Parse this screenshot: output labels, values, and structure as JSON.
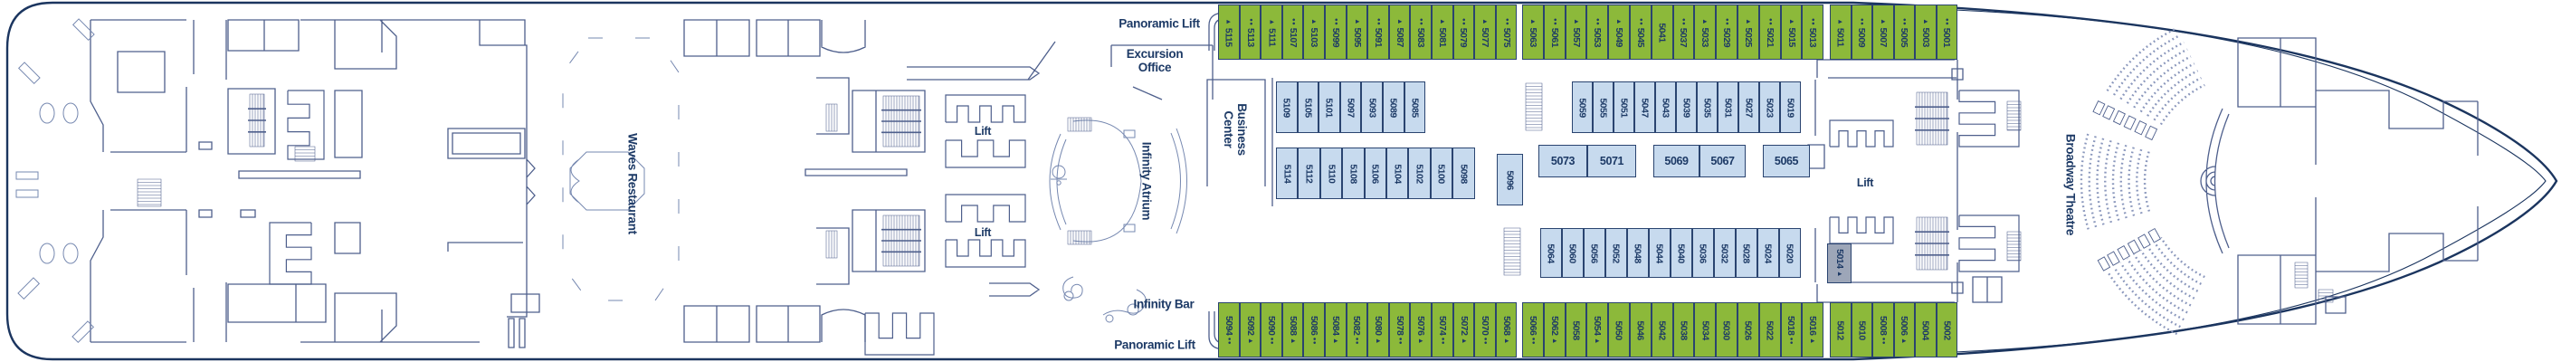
{
  "colors": {
    "cabin_green": "#8cb93a",
    "cabin_blue": "#c7daee",
    "cabin_grey": "#9da6b8",
    "wall": "#4e5f8c",
    "wall_light": "#7688b0",
    "hull": "#1b355f",
    "seats": "#8a97bc",
    "text": "#1d3a66"
  },
  "labels": {
    "panoramic_lift_top": {
      "text": "Panoramic Lift"
    },
    "excursion_office": {
      "text": "Excursion Office"
    },
    "lift_upper": {
      "text": "Lift"
    },
    "lift_lower": {
      "text": "Lift"
    },
    "infinity_atrium": {
      "text": "Infinity Atrium"
    },
    "business_center": {
      "text": "Business Center"
    },
    "infinity_bar": {
      "text": "Infinity Bar"
    },
    "panoramic_lift_bottom": {
      "text": "Panoramic Lift"
    },
    "waves_restaurant": {
      "text": "Waves Restaurant"
    },
    "lift_right": {
      "text": "Lift"
    },
    "broadway_theatre": {
      "text": "Broadway Theatre"
    }
  },
  "cabins": {
    "green_row_top": {
      "groups": [
        [
          {
            "n": "5115",
            "s": "tri"
          },
          {
            "n": "5113",
            "s": "dots"
          },
          {
            "n": "5111",
            "s": "tri"
          },
          {
            "n": "5107",
            "s": "dots"
          },
          {
            "n": "5103",
            "s": "tri"
          },
          {
            "n": "5099",
            "s": "dots"
          },
          {
            "n": "5095",
            "s": "tri"
          },
          {
            "n": "5091",
            "s": "dots"
          },
          {
            "n": "5087",
            "s": "tri"
          },
          {
            "n": "5083",
            "s": "dots"
          },
          {
            "n": "5081",
            "s": "tri"
          },
          {
            "n": "5079",
            "s": "dots"
          },
          {
            "n": "5077",
            "s": "tri"
          },
          {
            "n": "5075",
            "s": "dots"
          }
        ],
        [
          {
            "n": "5063",
            "s": "tri"
          },
          {
            "n": "5061",
            "s": "dots"
          },
          {
            "n": "5057",
            "s": "tri"
          },
          {
            "n": "5053",
            "s": "dots"
          },
          {
            "n": "5049",
            "s": "tri"
          },
          {
            "n": "5045",
            "s": "dots"
          },
          {
            "n": "5041",
            "s": null
          },
          {
            "n": "5037",
            "s": "dots"
          },
          {
            "n": "5033",
            "s": "tri"
          },
          {
            "n": "5029",
            "s": "dots"
          },
          {
            "n": "5025",
            "s": "tri"
          },
          {
            "n": "5021",
            "s": "dots"
          },
          {
            "n": "5015",
            "s": "tri"
          },
          {
            "n": "5013",
            "s": "dots"
          }
        ],
        [
          {
            "n": "5011",
            "s": "tri"
          },
          {
            "n": "5009",
            "s": "dots"
          },
          {
            "n": "5007",
            "s": "tri"
          },
          {
            "n": "5005",
            "s": "dots"
          },
          {
            "n": "5003",
            "s": "tri"
          },
          {
            "n": "5001",
            "s": "dots"
          }
        ]
      ]
    },
    "green_row_bottom": {
      "groups": [
        [
          {
            "n": "5094",
            "s": "dots"
          },
          {
            "n": "5092",
            "s": "tri"
          },
          {
            "n": "5090",
            "s": "dots"
          },
          {
            "n": "5088",
            "s": "tri"
          },
          {
            "n": "5086",
            "s": "dots"
          },
          {
            "n": "5084",
            "s": "tri"
          },
          {
            "n": "5082",
            "s": "dots"
          },
          {
            "n": "5080",
            "s": "tri"
          },
          {
            "n": "5078",
            "s": "dots"
          },
          {
            "n": "5076",
            "s": "tri"
          },
          {
            "n": "5074",
            "s": "dots"
          },
          {
            "n": "5072",
            "s": "tri"
          },
          {
            "n": "5070",
            "s": "dots"
          },
          {
            "n": "5068",
            "s": "tri"
          }
        ],
        [
          {
            "n": "5066",
            "s": "dots"
          },
          {
            "n": "5062",
            "s": "tri"
          },
          {
            "n": "5058",
            "s": null
          },
          {
            "n": "5054",
            "s": "tri"
          },
          {
            "n": "5050",
            "s": null
          },
          {
            "n": "5046",
            "s": null
          },
          {
            "n": "5042",
            "s": null
          },
          {
            "n": "5038",
            "s": null
          },
          {
            "n": "5034",
            "s": null
          },
          {
            "n": "5030",
            "s": null
          },
          {
            "n": "5026",
            "s": null
          },
          {
            "n": "5022",
            "s": null
          },
          {
            "n": "5018",
            "s": "dots"
          },
          {
            "n": "5016",
            "s": "tri"
          }
        ],
        [
          {
            "n": "5012",
            "s": null
          },
          {
            "n": "5010",
            "s": null
          },
          {
            "n": "5008",
            "s": "dots"
          },
          {
            "n": "5006",
            "s": "tri"
          },
          {
            "n": "5004",
            "s": null
          },
          {
            "n": "5002",
            "s": null
          }
        ]
      ]
    },
    "blue_row_top": {
      "groups": [
        [
          "5109",
          "5105",
          "5101",
          "5097",
          "5093",
          "5089",
          "5085"
        ],
        [
          "5059",
          "5055",
          "5051",
          "5047",
          "5043",
          "5039",
          "5035",
          "5031",
          "5027",
          "5023",
          "5019"
        ]
      ]
    },
    "blue_row_mid": {
      "groups": [
        [
          "5114",
          "5112",
          "5110",
          "5108",
          "5106",
          "5104",
          "5102",
          "5100",
          "5098"
        ]
      ]
    },
    "blue_row_bottom": {
      "groups": [
        [
          "5064",
          "5060",
          "5056",
          "5052",
          "5048",
          "5044",
          "5040",
          "5036",
          "5032",
          "5028",
          "5024",
          "5020"
        ]
      ]
    },
    "blue_row_horizontal": [
      "5073",
      "5071",
      "5069",
      "5067",
      "5065"
    ],
    "cabin_5096": {
      "n": "5096",
      "s": null
    },
    "cabin_5014": {
      "n": "5014",
      "s": "tri"
    }
  }
}
